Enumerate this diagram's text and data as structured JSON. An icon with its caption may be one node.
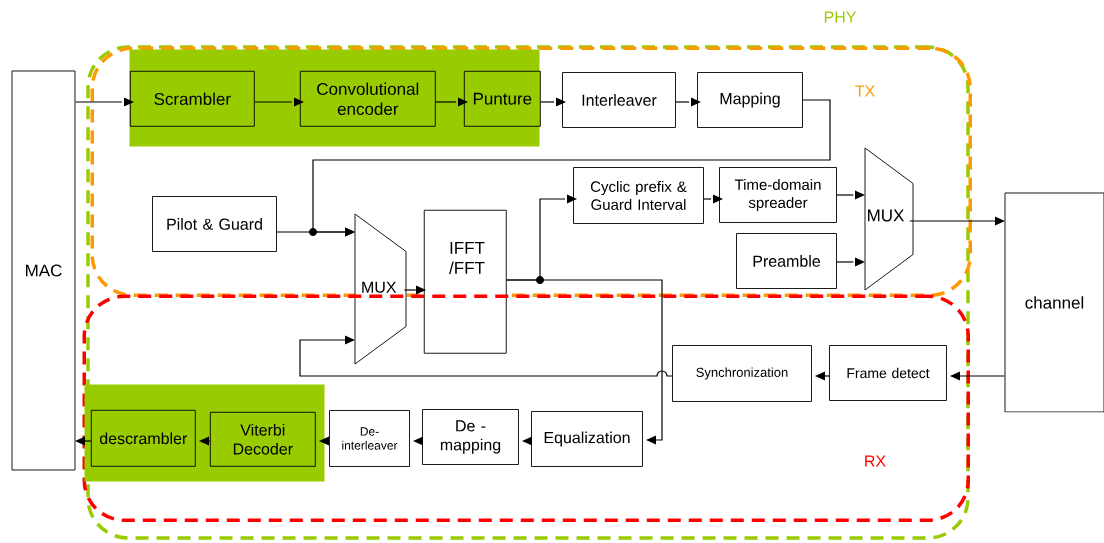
{
  "diagram": {
    "nodes": [
      {
        "text": [
          "PHY"
        ]
      },
      {
        "text": [
          "TX"
        ],
        "in": 0
      },
      {
        "text": [],
        "shape": "box",
        "in": 1
      },
      {
        "text": [
          "MAC"
        ]
      },
      {
        "text": [
          "Scrambler"
        ],
        "in": 2
      },
      {
        "text": [
          "Convolutional encoder"
        ],
        "in": 2
      },
      {
        "text": [
          "Punture"
        ],
        "in": 2
      },
      {
        "text": [
          "Interleaver"
        ],
        "in": 1
      },
      {
        "text": [
          "Mapping"
        ],
        "in": 1
      },
      {
        "text": [
          "Pilot & Guard"
        ],
        "in": 1
      },
      {
        "text": [
          "MUX"
        ],
        "in": 0
      },
      {
        "text": [
          "IFFT /FFT"
        ],
        "in": 0
      },
      {
        "text": [
          "Cyclic prefix & Guard Interval"
        ],
        "in": 1
      },
      {
        "text": [
          "Time-domain spreader"
        ],
        "in": 1
      },
      {
        "text": [
          "Preamble"
        ],
        "in": 1
      },
      {
        "text": [
          "MUX"
        ],
        "in": 1
      },
      {
        "text": [
          "channel"
        ]
      },
      {
        "text": [
          "RX"
        ],
        "in": 0
      },
      {
        "text": [
          "Synchronization"
        ],
        "in": 17
      },
      {
        "text": [
          "Frame detect"
        ],
        "in": 17
      },
      {
        "text": [
          "Equalization"
        ],
        "in": 17
      },
      {
        "text": [
          "De - mapping"
        ],
        "in": 17
      },
      {
        "text": [
          "De- interleaver"
        ],
        "in": 17
      },
      {
        "text": [],
        "shape": "box",
        "in": 17
      },
      {
        "text": [
          "Viterbi Decoder"
        ],
        "in": 23
      },
      {
        "text": [
          "descrambler"
        ],
        "in": 23
      }
    ],
    "edges": [
      {
        "from": 3,
        "to": 4,
        "arrow": "to"
      },
      {
        "from": 4,
        "to": 5,
        "arrow": "to"
      },
      {
        "from": 5,
        "to": 6,
        "arrow": "to"
      },
      {
        "from": 6,
        "to": 7,
        "arrow": "to"
      },
      {
        "from": 7,
        "to": 8,
        "arrow": "to"
      },
      {
        "from": 8,
        "to": 10,
        "arrow": "to"
      },
      {
        "from": 9,
        "to": 10,
        "arrow": "to"
      },
      {
        "from": 10,
        "to": 11,
        "arrow": "to"
      },
      {
        "from": 11,
        "to": 12,
        "arrow": "to"
      },
      {
        "from": 11,
        "to": 20,
        "arrow": "to"
      },
      {
        "from": 12,
        "to": 13,
        "arrow": "to"
      },
      {
        "from": 13,
        "to": 15,
        "arrow": "to"
      },
      {
        "from": 14,
        "to": 15,
        "arrow": "to"
      },
      {
        "from": 15,
        "to": 16,
        "arrow": "to"
      },
      {
        "from": 16,
        "to": 19,
        "arrow": "to"
      },
      {
        "from": 19,
        "to": 18,
        "arrow": "to"
      },
      {
        "from": 18,
        "to": 10,
        "arrow": "to"
      },
      {
        "from": 20,
        "to": 21,
        "arrow": "to"
      },
      {
        "from": 21,
        "to": 22,
        "arrow": "to"
      },
      {
        "from": 22,
        "to": 24,
        "arrow": "to"
      },
      {
        "from": 24,
        "to": 25,
        "arrow": "to"
      },
      {
        "from": 25,
        "to": 3,
        "arrow": "to"
      }
    ]
  }
}
